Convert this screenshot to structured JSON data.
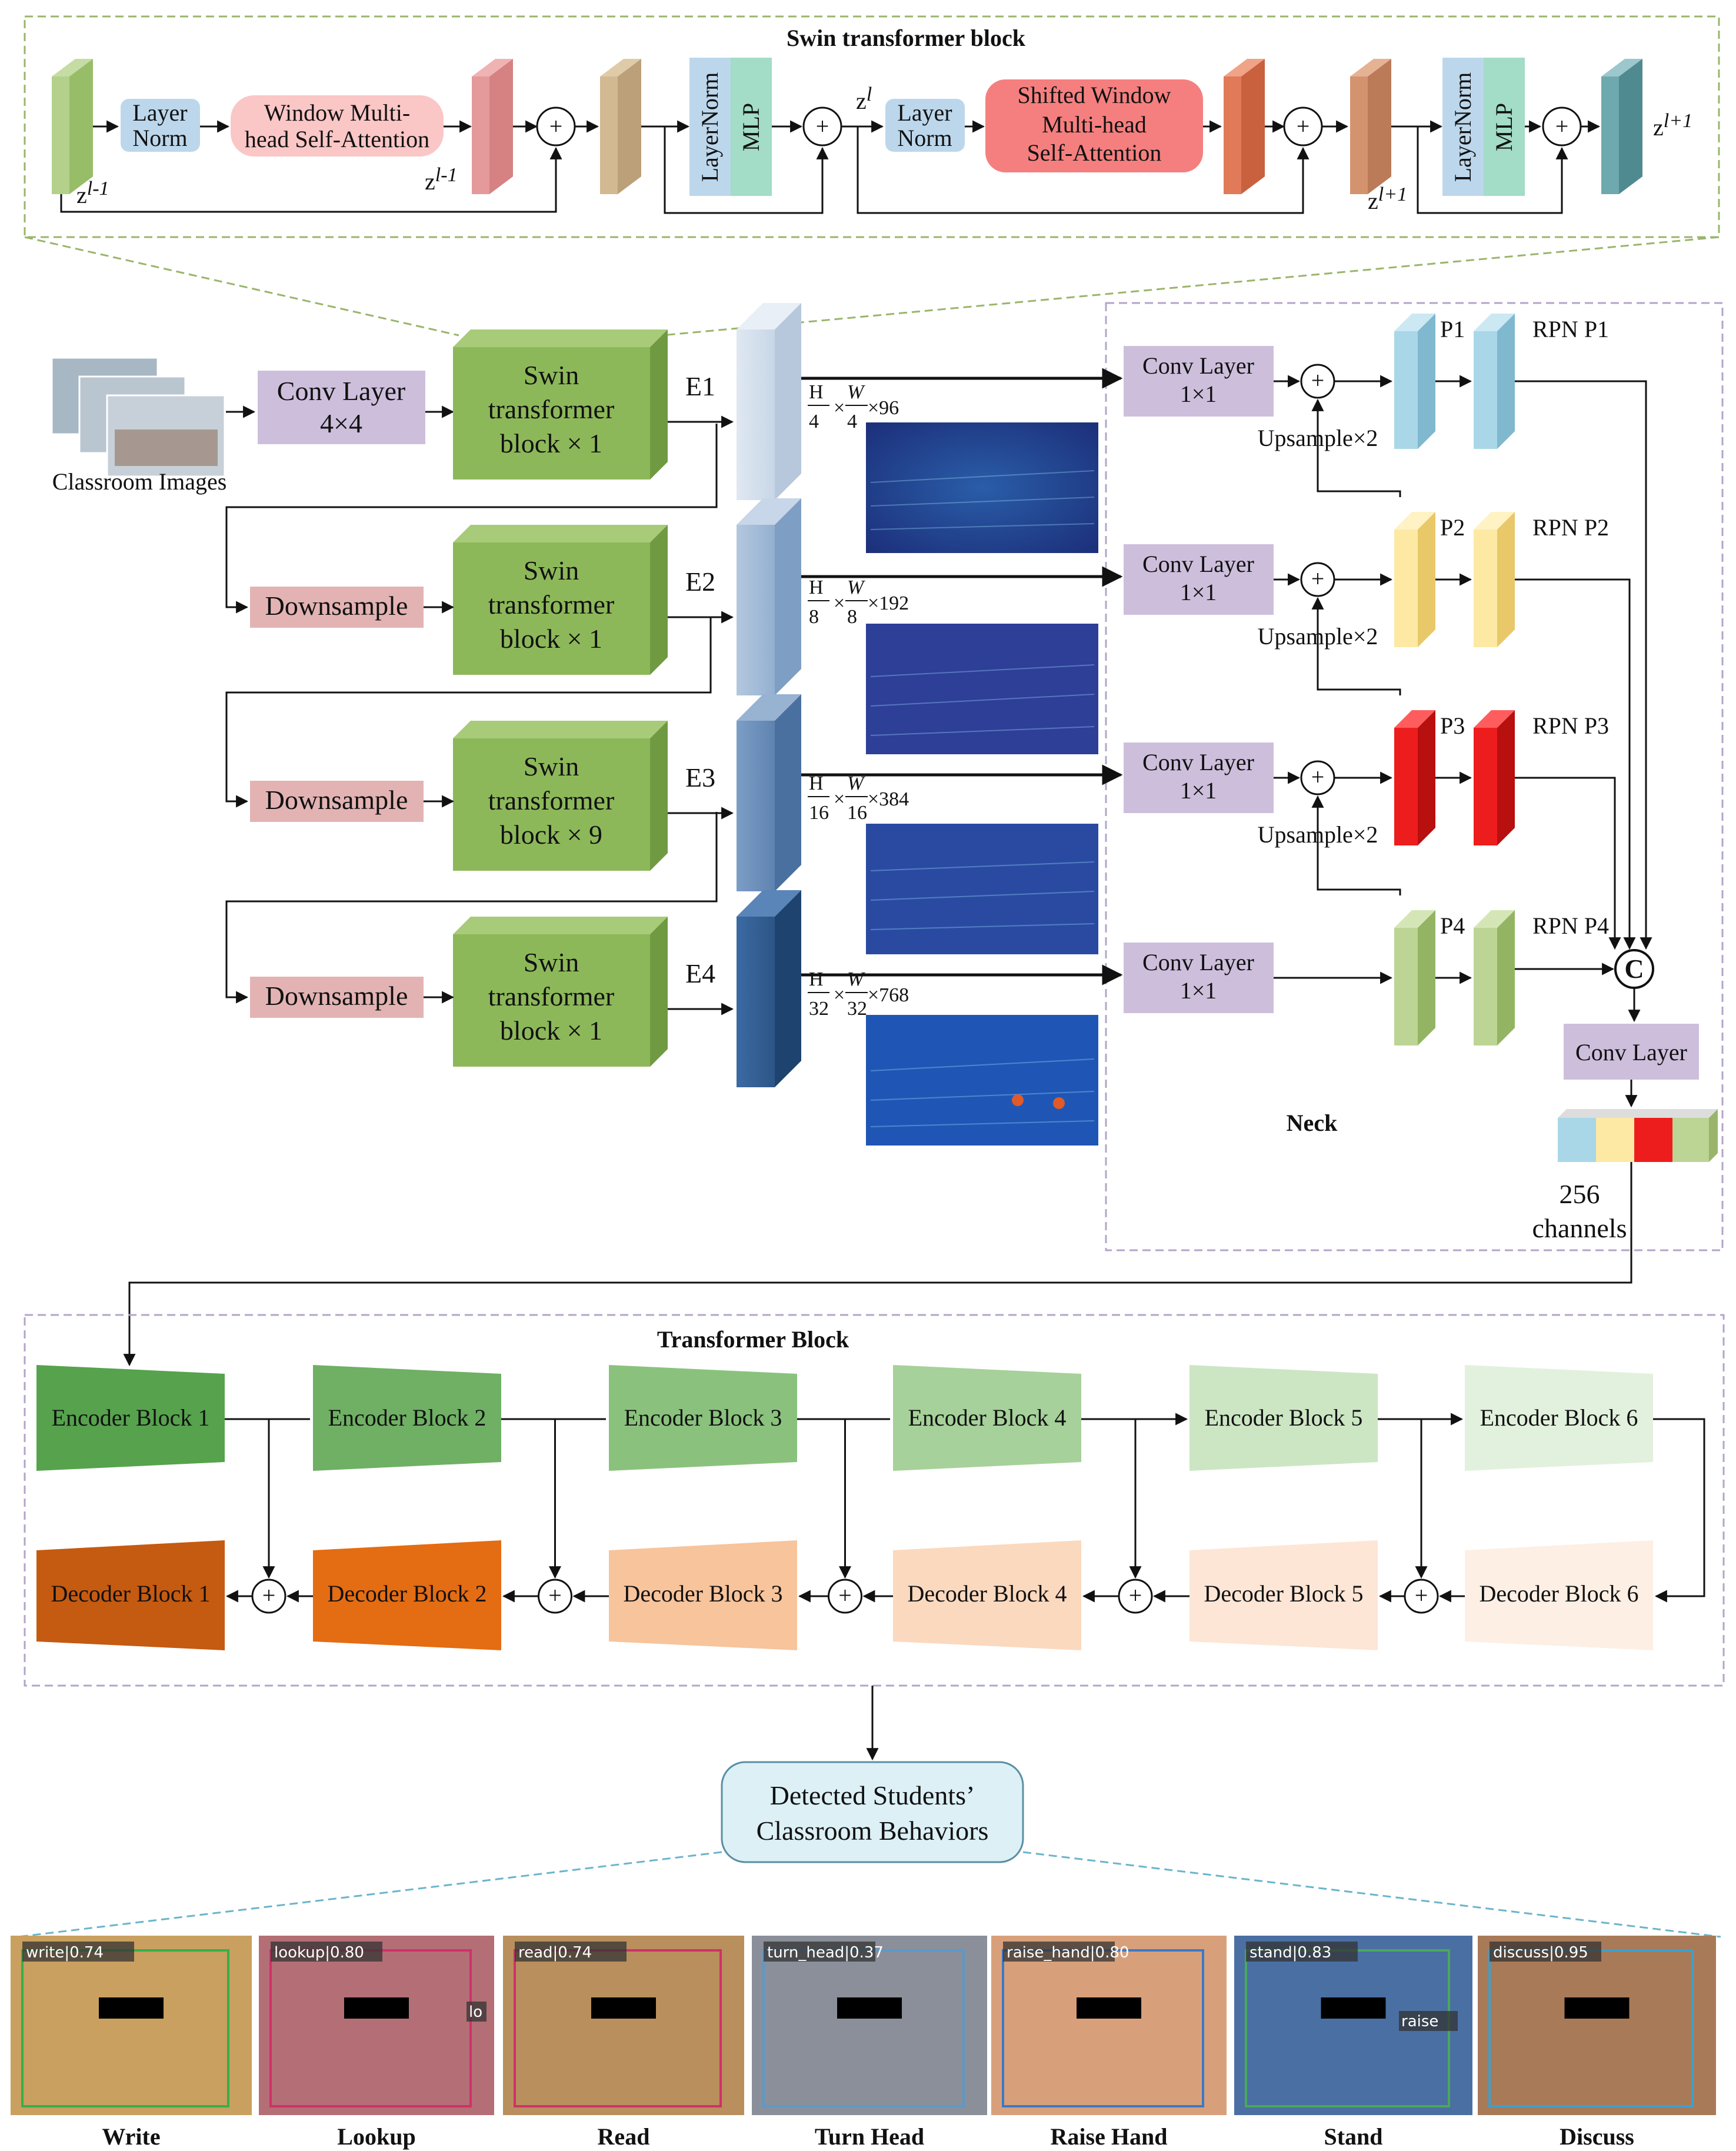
{
  "swin_block": {
    "title": "Swin transformer block",
    "layer_norm_1": [
      "Layer",
      "Norm"
    ],
    "wmsa": [
      "Window Multi-",
      "head Self-Attention"
    ],
    "layernorm_mlp_1": {
      "ln": "LayerNorm",
      "mlp": "MLP"
    },
    "layer_norm_2": [
      "Layer",
      "Norm"
    ],
    "swmsa": [
      "Shifted Window",
      "Multi-head",
      "Self-Attention"
    ],
    "layernorm_mlp_2": {
      "ln": "LayerNorm",
      "mlp": "MLP"
    },
    "z_labels": {
      "z_l_minus_1": "z",
      "z_l_minus_1_sup": "l-1",
      "zhat_l": "z",
      "zhat_l_sup": "l-1",
      "z_l": "z",
      "z_l_sup": "l",
      "zhat_l1": "z",
      "zhat_l1_sup": "l+1",
      "z_l1": "z",
      "z_l1_sup": "l+1"
    }
  },
  "backbone": {
    "input_label": "Classroom Images",
    "conv_layer": [
      "Conv Layer",
      "4×4"
    ],
    "downsample": "Downsample",
    "stages": [
      {
        "name": "E1",
        "block": [
          "Swin",
          "transformer",
          "block × 1"
        ],
        "dims": {
          "h": "H",
          "w": "W",
          "hd": "4",
          "wd": "4",
          "c": "×96"
        }
      },
      {
        "name": "E2",
        "block": [
          "Swin",
          "transformer",
          "block  × 1"
        ],
        "dims": {
          "h": "H",
          "w": "W",
          "hd": "8",
          "wd": "8",
          "c": "×192"
        }
      },
      {
        "name": "E3",
        "block": [
          "Swin",
          "transformer",
          "block  × 9"
        ],
        "dims": {
          "h": "H",
          "w": "W",
          "hd": "16",
          "wd": "16",
          "c": "×384"
        }
      },
      {
        "name": "E4",
        "block": [
          "Swin",
          "transformer",
          "block  × 1"
        ],
        "dims": {
          "h": "H",
          "w": "W",
          "hd": "32",
          "wd": "32",
          "c": "×768"
        }
      }
    ],
    "times": "×"
  },
  "neck": {
    "title": "Neck",
    "conv": [
      "Conv Layer",
      "1×1"
    ],
    "upsample": "Upsample×2",
    "p_labels": [
      "P1",
      "P2",
      "P3",
      "P4"
    ],
    "rpn_labels": [
      "RPN P1",
      "RPN P2",
      "RPN P3",
      "RPN P4"
    ],
    "concat": "C",
    "conv_out": "Conv Layer",
    "channels": [
      "256",
      "channels"
    ]
  },
  "transformer": {
    "title": "Transformer Block",
    "encoders": [
      "Encoder Block 1",
      "Encoder Block 2",
      "Encoder Block 3",
      "Encoder Block 4",
      "Encoder Block 5",
      "Encoder Block 6"
    ],
    "decoders": [
      "Decoder Block 1",
      "Decoder Block 2",
      "Decoder Block 3",
      "Decoder Block 4",
      "Decoder Block 5",
      "Decoder Block 6"
    ]
  },
  "output": {
    "box": [
      "Detected Students’",
      "Classroom Behaviors"
    ],
    "behaviors": [
      "Write",
      "Lookup",
      "Read",
      "Turn Head",
      "Raise Hand",
      "Stand",
      "Discuss"
    ],
    "detections": [
      "write|0.74",
      "lookup|0.80",
      "read|0.74",
      "turn_head|0.37",
      "raise_hand|0.80",
      "stand|0.83",
      "discuss|0.95"
    ],
    "extra_tags": [
      "lo",
      "raise"
    ]
  },
  "colors": {
    "green_block": "#8db85a",
    "green_dark": "#6f9a42",
    "purple_box": "#cdbfdc",
    "pink_box": "#e3b3b3",
    "ln_blue": "#bcd7ec",
    "mlp_green": "#a3dcc7",
    "wmsa_pink": "#fbc6c6",
    "swmsa_red": "#f57f7f",
    "p1_blue": "#a9d7e8",
    "p2_yellow": "#fde9a3",
    "p3_red": "#ee1d1d",
    "p4_green": "#bcd494",
    "dashed_green": "#9ab56b",
    "dashed_purple": "#b3a5c9",
    "dashed_blue": "#6bb4cc"
  }
}
